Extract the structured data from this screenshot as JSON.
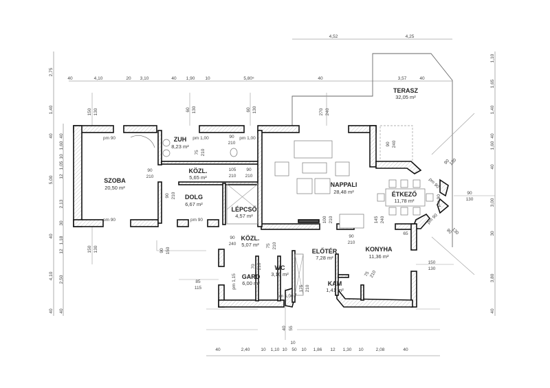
{
  "rooms": {
    "szoba": {
      "name": "SZOBA",
      "area": "20,50 m²"
    },
    "zuh": {
      "name": "ZUH",
      "area": "8,23 m²"
    },
    "kozl1": {
      "name": "KÖZL.",
      "area": "5,65 m²"
    },
    "dolg": {
      "name": "DOLG",
      "area": "6,67 m²"
    },
    "lepcso": {
      "name": "LÉPCSŐ",
      "area": "4,57 m²"
    },
    "kozl2": {
      "name": "KÖZL.",
      "area": "5,07 m²"
    },
    "gard": {
      "name": "GARD",
      "area": "6,00 m²"
    },
    "wc": {
      "name": "WC",
      "area": "3,10 m²"
    },
    "eloter": {
      "name": "ELŐTÉR",
      "area": "7,28 m²"
    },
    "konyha": {
      "name": "KONYHA",
      "area": "11,36 m²"
    },
    "kam": {
      "name": "KAM",
      "area": "1,41 m²"
    },
    "nappali": {
      "name": "NAPPALI",
      "area": "28,48 m²"
    },
    "etkezo": {
      "name": "ÉTKEZŐ",
      "area": "11,78 m²"
    },
    "terasz": {
      "name": "TERASZ",
      "area": "32,05 m²"
    }
  },
  "dims": {
    "top_outer": [
      "4,52",
      "4,25"
    ],
    "top_row": [
      "40",
      "4,10",
      "20",
      "3,10",
      "40",
      "1,90",
      "10",
      "5,80⁵",
      "40",
      "3,57",
      "40"
    ],
    "bottom_row": [
      "40",
      "2,40",
      "10",
      "1,10",
      "10",
      "50",
      "10",
      "1,86",
      "12",
      "1,30",
      "10",
      "2,08",
      "40"
    ],
    "left_outer": [
      "2,75",
      "1,40",
      "40",
      "5,00",
      "40",
      "4,10",
      "40"
    ],
    "left_inner": [
      "40",
      "1,60",
      "10",
      "1,05",
      "12",
      "2,13",
      "30",
      "1,18",
      "12",
      "2,50",
      "40"
    ],
    "right_outer": [
      "1,10",
      "1,65",
      "1,40",
      "40",
      "1,60",
      "40",
      "3,00",
      "30",
      "3,80",
      "40"
    ],
    "openings": {
      "w1": [
        "150",
        "130"
      ],
      "w2": [
        "60",
        "130"
      ],
      "w3": [
        "60",
        "130"
      ],
      "w4": [
        "270",
        "240"
      ],
      "pm90a": "pm 90",
      "pm90b": "pm 90",
      "pm90c": "pm 90",
      "pm100a": "pm 1,00",
      "pm100b": "pm 1,00",
      "d1": [
        "90",
        "210"
      ],
      "d2": [
        "75",
        "210"
      ],
      "d3": [
        "90",
        "210"
      ],
      "d4": [
        "105",
        "210"
      ],
      "d5": [
        "90",
        "210"
      ],
      "d6": [
        "90",
        "210"
      ],
      "d7": [
        "90",
        "240"
      ],
      "d8": [
        "75",
        "210"
      ],
      "d9": [
        "70",
        "210"
      ],
      "d10": [
        "90",
        "210"
      ],
      "d11": [
        "175",
        "210"
      ],
      "d12": [
        "75",
        "210"
      ],
      "d13": [
        "90",
        "240"
      ],
      "d14": [
        "100",
        "210"
      ],
      "d15": [
        "145",
        "240"
      ],
      "w5": [
        "150",
        "130"
      ],
      "w6": [
        "90",
        "130"
      ],
      "w7": [
        "150",
        "130"
      ],
      "w8": [
        "85",
        "115"
      ],
      "w9": [
        "90",
        "150"
      ],
      "w10": [
        "90",
        "130"
      ],
      "w11": [
        "90",
        "130"
      ],
      "pm90d": "pm 90",
      "pm90e": "pm 90",
      "pm90f": "pm 90",
      "pm115": "pm 1,15",
      "pm100c": "pm 1,00",
      "d65": "65",
      "v40": "40",
      "v55": "55",
      "v10": "10"
    }
  }
}
